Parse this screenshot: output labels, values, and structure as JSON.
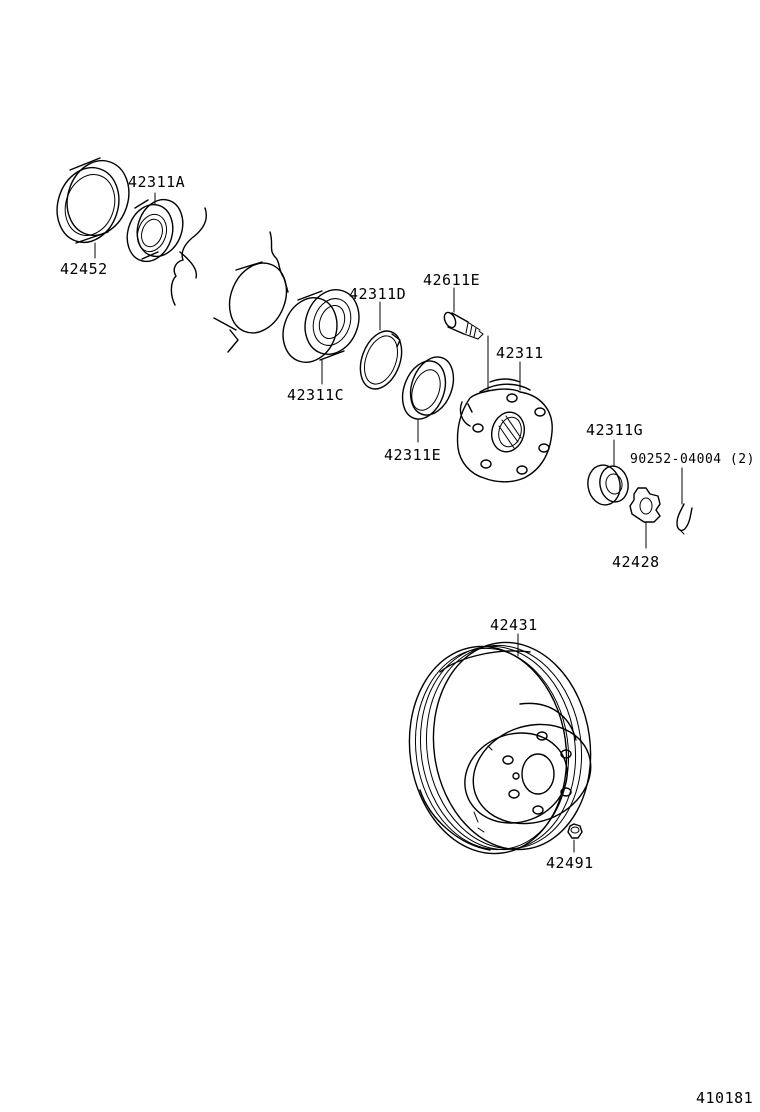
{
  "labels": {
    "p42452": "42452",
    "p42311A": "42311A",
    "p42311C": "42311C",
    "p42311D": "42311D",
    "p42611E": "42611E",
    "p42311": "42311",
    "p42311E": "42311E",
    "p42311G": "42311G",
    "p90252": "90252-04004 (2)",
    "p42428": "42428",
    "p42431": "42431",
    "p42491": "42491"
  },
  "figure_id": "410181"
}
